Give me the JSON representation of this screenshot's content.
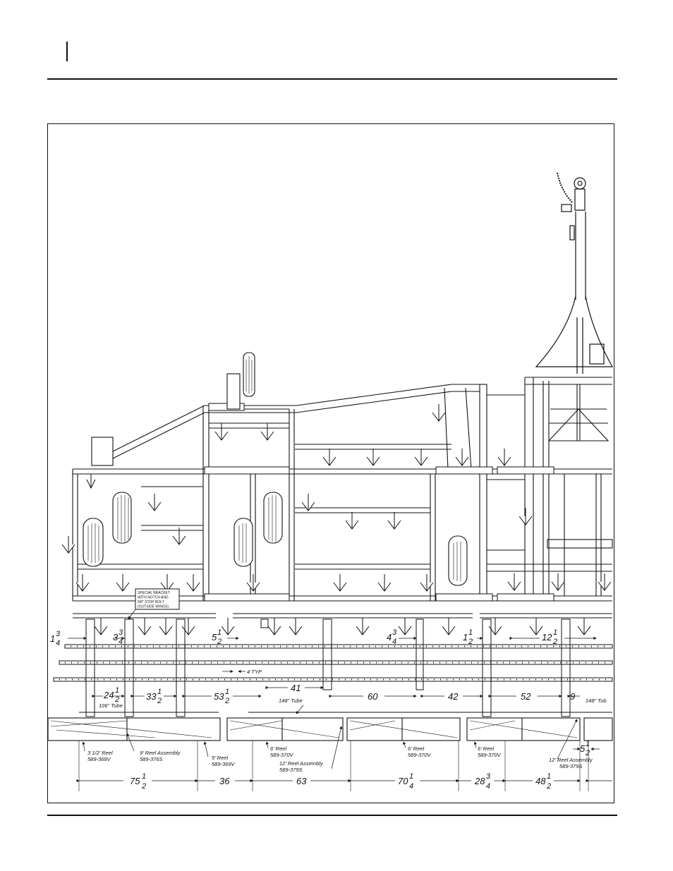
{
  "dimensions_row1": [
    {
      "whole": "1",
      "num": "3",
      "den": "4"
    },
    {
      "whole": "3",
      "num": "3",
      "den": "4"
    },
    {
      "whole": "5",
      "num": "1",
      "den": "2"
    },
    {
      "whole": "4",
      "num": "3",
      "den": "4"
    },
    {
      "whole": "1",
      "num": "1",
      "den": "2"
    },
    {
      "whole": "12",
      "num": "1",
      "den": "2"
    }
  ],
  "typ_note": "4 TYP",
  "dimensions_row2": [
    {
      "whole": "24",
      "num": "1",
      "den": "2"
    },
    {
      "whole": "33",
      "num": "1",
      "den": "2"
    },
    {
      "whole": "53",
      "num": "1",
      "den": "2"
    },
    {
      "whole": "41",
      "num": "",
      "den": ""
    },
    {
      "whole": "60",
      "num": "",
      "den": ""
    },
    {
      "whole": "42",
      "num": "",
      "den": ""
    },
    {
      "whole": "52",
      "num": "",
      "den": ""
    },
    {
      "whole": "9",
      "num": "",
      "den": ""
    }
  ],
  "tube_labels": [
    "106\" Tube",
    "148\" Tube",
    "148\" Tub"
  ],
  "bracket_note": [
    "SPECIAL BRACKET",
    "WITH NOTCH AND",
    "5/8\" STOP BOLT",
    "(OUTSIDE WINGS)"
  ],
  "reel_labels": [
    {
      "line1": "3 1/2' Reel",
      "line2": "589-368V"
    },
    {
      "line1": "9' Reel Assembly",
      "line2": "589-376S"
    },
    {
      "line1": "5' Reel",
      "line2": "589-369V"
    },
    {
      "line1": "6' Reel",
      "line2": "589-370V"
    },
    {
      "line1": "12' Reel Assembly",
      "line2": "589-379S"
    },
    {
      "line1": "6' Reel",
      "line2": "589-370V"
    },
    {
      "line1": "6' Reel",
      "line2": "589-370V"
    },
    {
      "line1": "12' Reel Assembly",
      "line2": "589-379S"
    }
  ],
  "reel_dim_small": {
    "whole": "5",
    "num": "1",
    "den": "2"
  },
  "dimensions_row3": [
    {
      "whole": "75",
      "num": "1",
      "den": "2"
    },
    {
      "whole": "36",
      "num": "",
      "den": ""
    },
    {
      "whole": "63",
      "num": "",
      "den": ""
    },
    {
      "whole": "70",
      "num": "1",
      "den": "4"
    },
    {
      "whole": "28",
      "num": "3",
      "den": "4"
    },
    {
      "whole": "48",
      "num": "1",
      "den": "2"
    }
  ],
  "colors": {
    "ink": "#111111",
    "paper": "#ffffff"
  }
}
